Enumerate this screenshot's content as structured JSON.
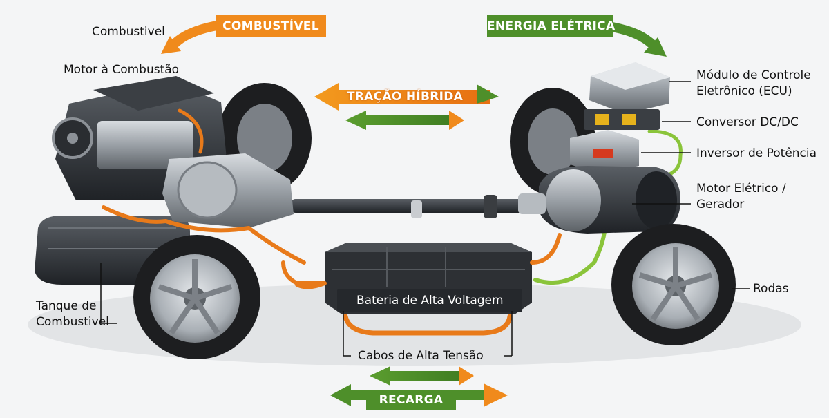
{
  "banners": {
    "fuel": "COMBUSTÍVEL",
    "electric": "ENERGIA ELÉTRICA",
    "hybrid": "TRAÇÃO HÍBRIDA",
    "recharge": "RECARGA"
  },
  "labels": {
    "fuel_small": "Combustivel",
    "engine": "Motor à Combustão",
    "ecu_line1": "Módulo de Controle",
    "ecu_line2": "Eletrônico (ECU)",
    "dcdc": "Conversor DC/DC",
    "inverter": "Inversor de Potência",
    "motor_line1": "Motor Elétrico /",
    "motor_line2": "Gerador",
    "wheels": "Rodas",
    "tank_line1": "Tanque de",
    "tank_line2": "Combustivel",
    "battery": "Bateria de Alta Voltagem",
    "cables": "Cabos de Alta Tensão"
  },
  "colors": {
    "orange": "#f08a1c",
    "green": "#4e8f2a",
    "cable_orange": "#e87a1a",
    "cable_green": "#8ac43a",
    "metal_dark": "#2f3236",
    "tire": "#1d1e20",
    "rim": "#b9bec4"
  }
}
